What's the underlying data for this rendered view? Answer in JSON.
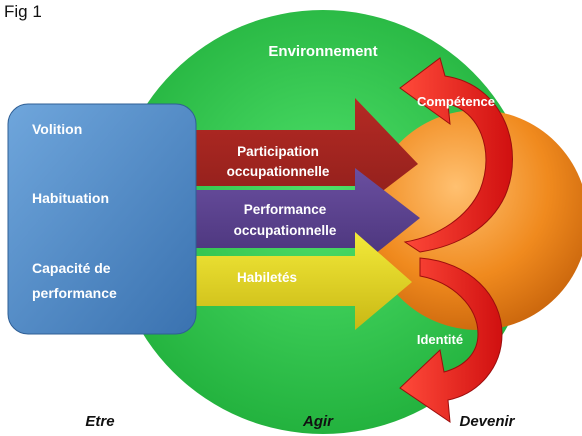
{
  "figure_label": "Fig 1",
  "circle_label": "Environnement",
  "box_items": [
    {
      "line1": "Volition",
      "line2": ""
    },
    {
      "line1": "Habituation",
      "line2": ""
    },
    {
      "line1": "Capacité de",
      "line2": "performance"
    }
  ],
  "arrows": [
    {
      "line1": "Participation",
      "line2": "occupationnelle",
      "color": "#a8332e"
    },
    {
      "line1": "Performance",
      "line2": "occupationnelle",
      "color": "#5a3f8c"
    },
    {
      "line1": "Habiletés",
      "line2": "",
      "color": "#e2d51e"
    }
  ],
  "outcomes": {
    "top": "Compétence",
    "bottom": "Identité"
  },
  "bottom_labels": {
    "left": "Etre",
    "middle": "Agir",
    "right": "Devenir"
  },
  "colors": {
    "environment_circle": "#2ecc4b",
    "orange_circle": "#f08a1e",
    "box": "#4a86c5",
    "curved_arrow": "#e01f1f"
  }
}
